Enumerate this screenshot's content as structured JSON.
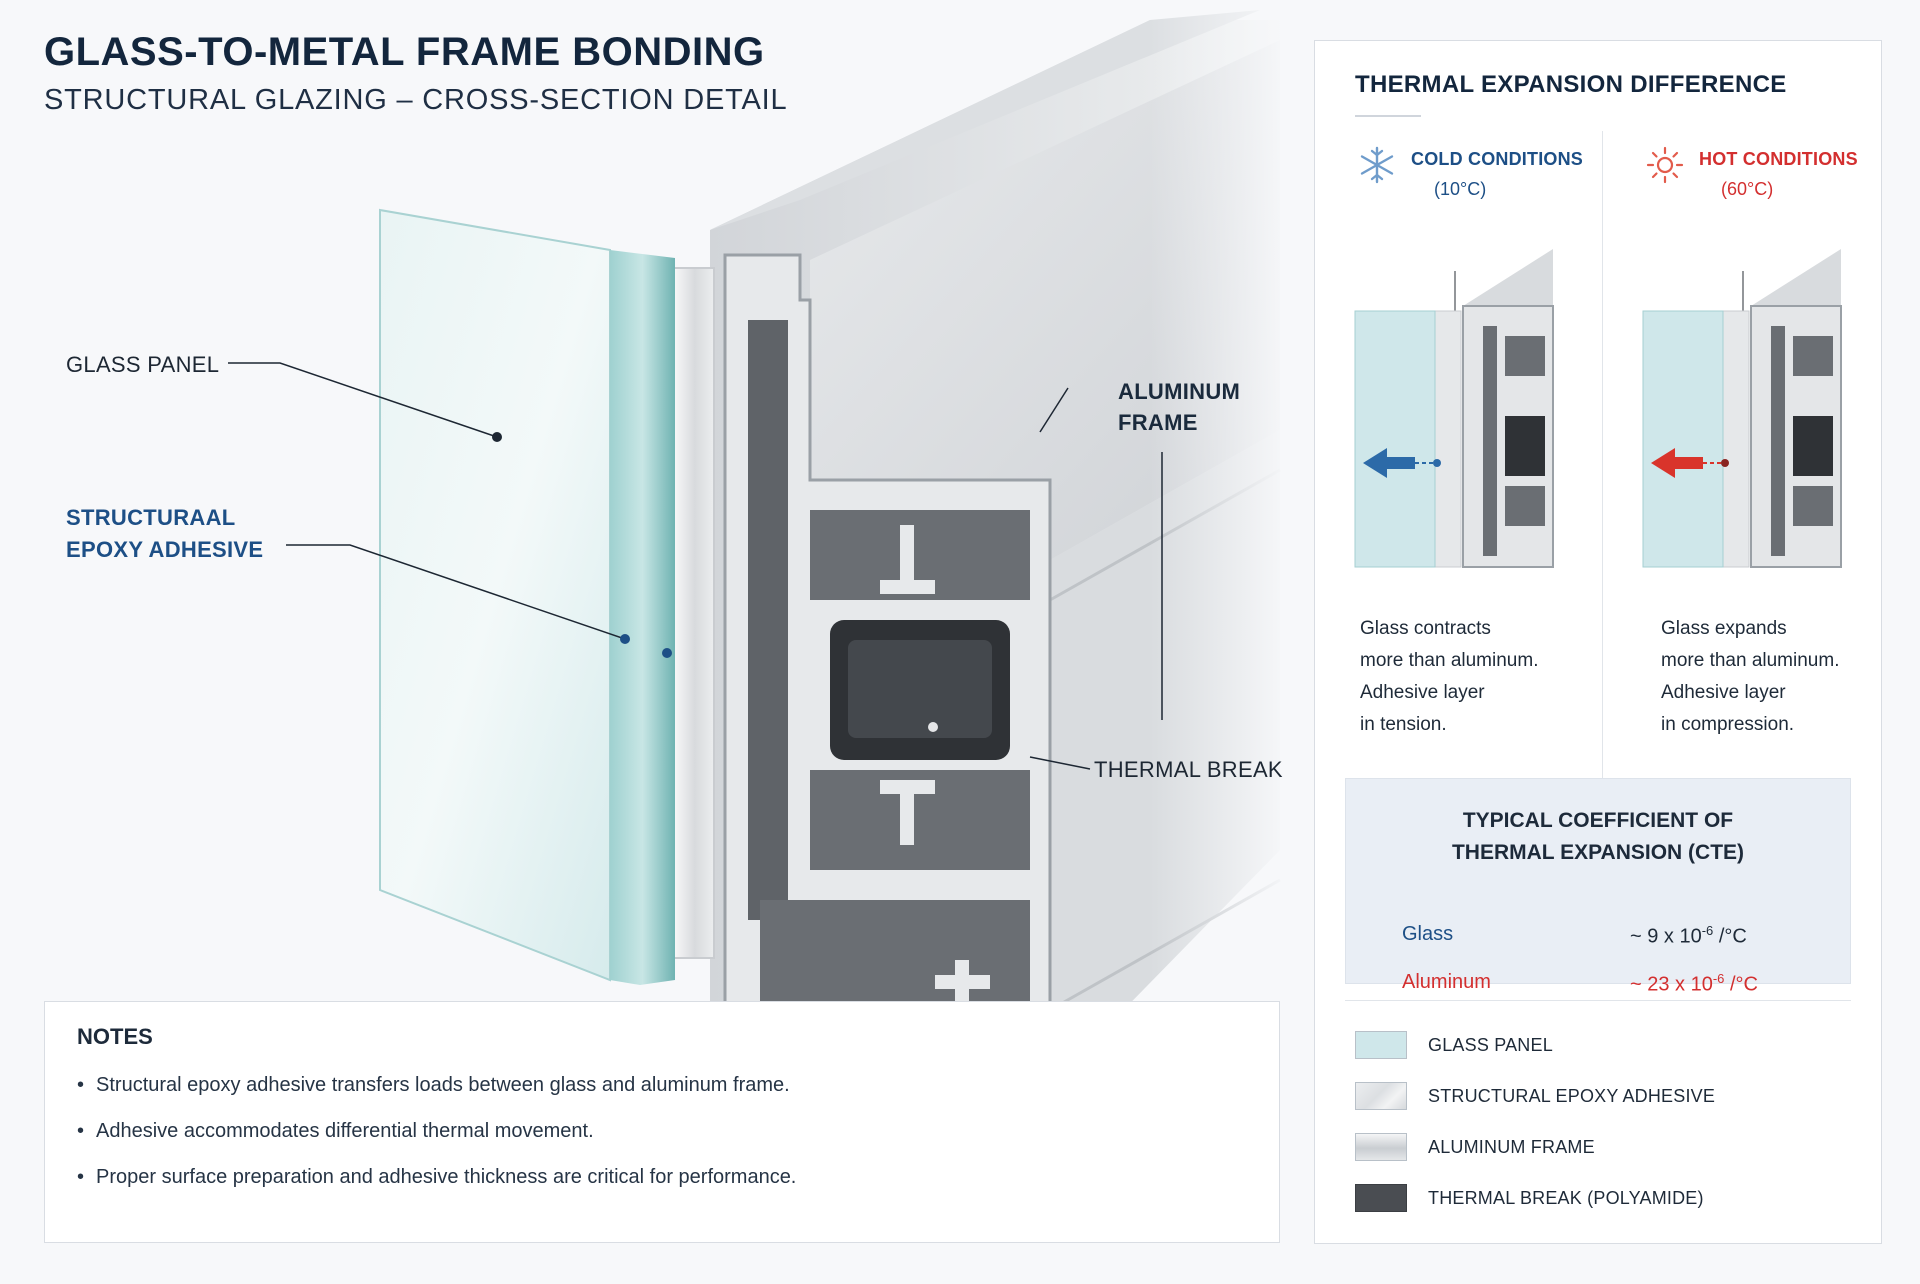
{
  "header": {
    "title": "GLASS-TO-METAL FRAME BONDING",
    "subtitle": "STRUCTURAL GLAZING – CROSS-SECTION DETAIL"
  },
  "callouts": {
    "glass_panel": "GLASS PANEL",
    "epoxy_line1": "STRUCTURAAL",
    "epoxy_line2": "EPOXY ADHESIVE",
    "frame_line1": "ALUMINUM",
    "frame_line2": "FRAME",
    "thermal_break": "THERMAL BREAK"
  },
  "notes": {
    "title": "NOTES",
    "items": [
      "Structural epoxy adhesive transfers loads between glass and aluminum frame.",
      "Adhesive accommodates differential thermal movement.",
      "Proper surface preparation and adhesive thickness are critical for performance."
    ]
  },
  "panel": {
    "title": "THERMAL EXPANSION DIFFERENCE",
    "cold": {
      "heading": "COLD CONDITIONS",
      "temp": "(10°C)",
      "desc": [
        "Glass contracts",
        "more than aluminum.",
        "Adhesive layer",
        "in tension."
      ],
      "icon": "snowflake-icon"
    },
    "hot": {
      "heading": "HOT CONDITIONS",
      "temp": "(60°C)",
      "desc": [
        "Glass expands",
        "more than aluminum.",
        "Adhesive layer",
        "in compression."
      ],
      "icon": "sun-icon"
    },
    "cte": {
      "title_line1": "TYPICAL COEFFICIENT OF",
      "title_line2": "THERMAL EXPANSION (CTE)",
      "rows": [
        {
          "material": "Glass",
          "base": "~ 9 x 10",
          "exp": "-6",
          "unit": " /°C"
        },
        {
          "material": "Aluminum",
          "base": "~ 23 x 10",
          "exp": "-6",
          "unit": " /°C"
        }
      ]
    },
    "legend": [
      {
        "label": "GLASS PANEL"
      },
      {
        "label": "STRUCTURAL EPOXY ADHESIVE"
      },
      {
        "label": "ALUMINUM FRAME"
      },
      {
        "label": "THERMAL BREAK (POLYAMIDE)"
      }
    ]
  },
  "colors": {
    "title": "#13263d",
    "cold": "#1d4f86",
    "hot": "#d32f2f",
    "glass": "#cfe7ea",
    "thermal_break": "#4a4d52"
  }
}
